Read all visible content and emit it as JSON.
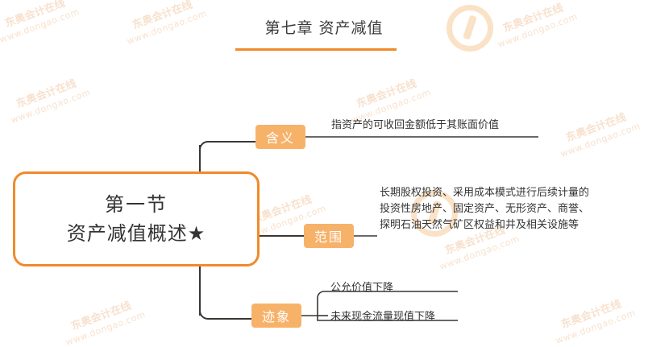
{
  "header": {
    "title": "第七章  资产减值"
  },
  "mindmap": {
    "root": {
      "line1": "第一节",
      "line2": "资产减值概述★"
    },
    "branches": [
      {
        "label": "含义",
        "leaves": [
          "指资产的可收回金额低于其账面价值"
        ]
      },
      {
        "label": "范围",
        "leaves": [
          "长期股权投资、采用成本模式进行后续计量的\n投资性房地产、固定资产、无形资产、商誉、\n探明石油天然气矿区权益和井及相关设施等"
        ]
      },
      {
        "label": "迹象",
        "leaves": [
          "公允价值下降",
          "未来现金流量现值下降"
        ]
      }
    ]
  },
  "watermarks": {
    "brand_cn": "东奥会计在线",
    "brand_en": "www.dongao.com"
  },
  "colors": {
    "accent": "#f08a2a",
    "label_bg": "#f7b26a",
    "text": "#333333",
    "watermark": "#f2c9a6"
  }
}
